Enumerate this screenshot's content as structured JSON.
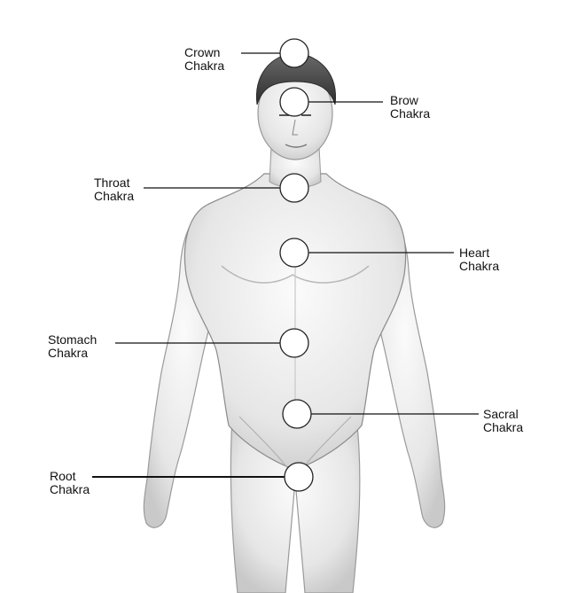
{
  "chakras": [
    {
      "id": "crown",
      "name": "Crown",
      "word": "Chakra"
    },
    {
      "id": "brow",
      "name": "Brow",
      "word": "Chakra"
    },
    {
      "id": "throat",
      "name": "Throat",
      "word": "Chakra"
    },
    {
      "id": "heart",
      "name": "Heart",
      "word": "Chakra"
    },
    {
      "id": "stomach",
      "name": "Stomach",
      "word": "Chakra"
    },
    {
      "id": "sacral",
      "name": "Sacral",
      "word": "Chakra"
    },
    {
      "id": "root",
      "name": "Root",
      "word": "Chakra"
    }
  ],
  "colors": {
    "background": "#ffffff",
    "body_fill": "#ececec",
    "body_stroke": "#8a8a8a",
    "hair": "#3a3a3a",
    "line": "#111111",
    "circle_fill": "#ffffff",
    "circle_stroke": "#222222"
  }
}
